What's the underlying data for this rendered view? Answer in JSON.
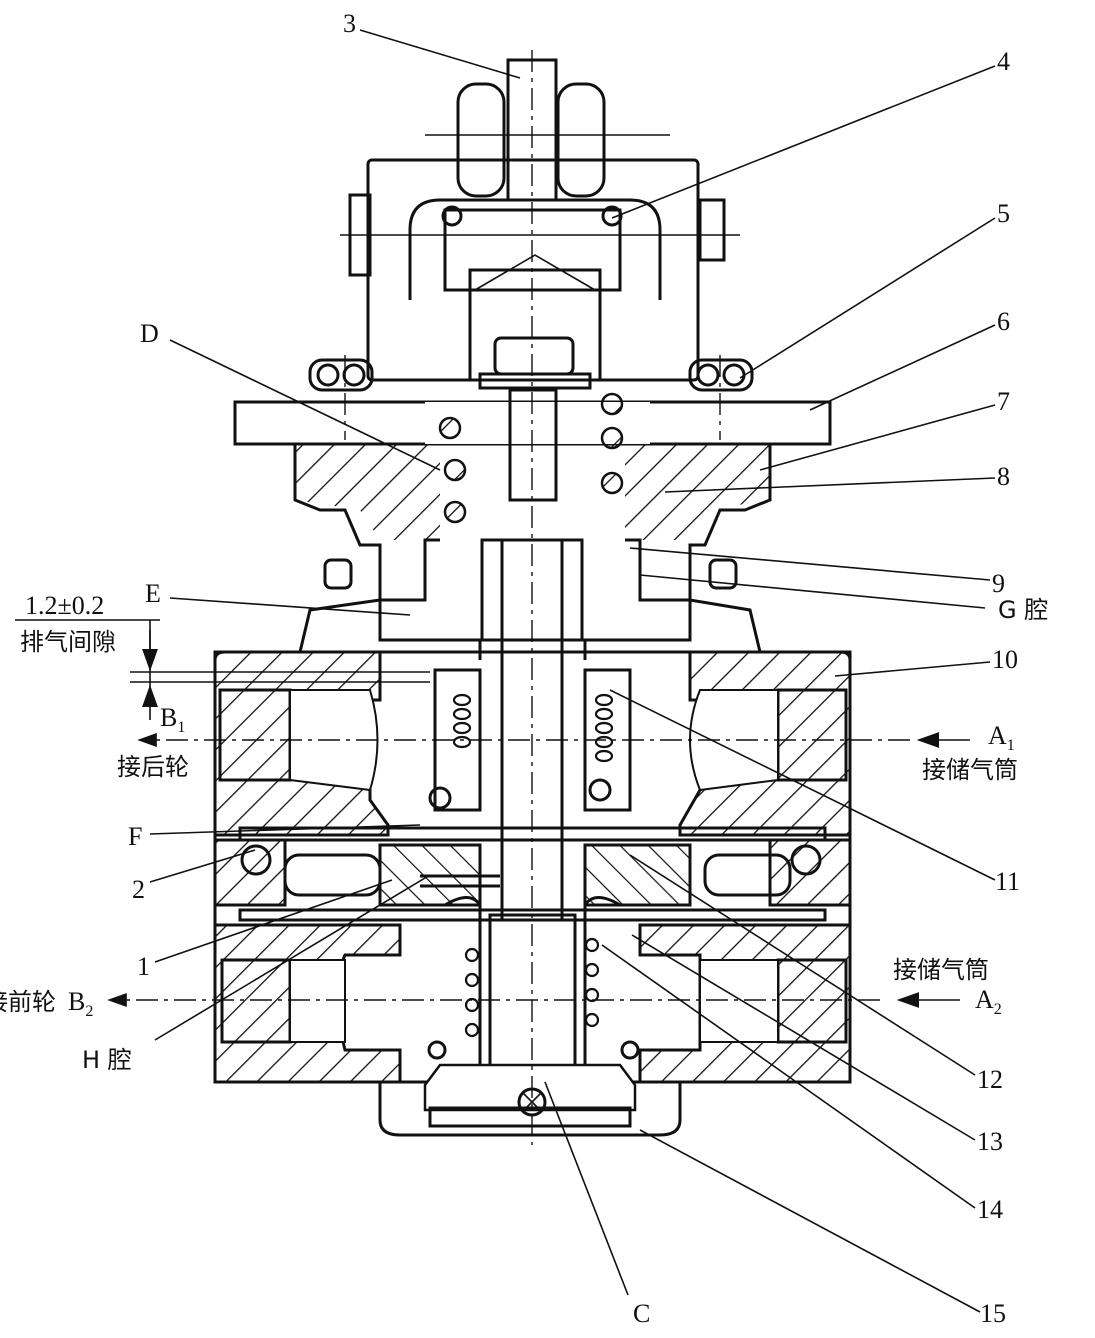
{
  "diagram": {
    "part_numbers": [
      "1",
      "2",
      "3",
      "4",
      "5",
      "6",
      "7",
      "8",
      "9",
      "10",
      "11",
      "12",
      "13",
      "14",
      "15"
    ],
    "letters": {
      "C": "C",
      "D": "D",
      "E": "E",
      "F": "F"
    },
    "chambers": {
      "G": "G 腔",
      "H": "H 腔"
    },
    "ports": {
      "A1": "A",
      "A1_sub": "1",
      "A2": "A",
      "A2_sub": "2",
      "B1": "B",
      "B1_sub": "1",
      "B2": "B",
      "B2_sub": "2"
    },
    "port_text": {
      "rear_wheel": "接后轮",
      "front_wheel": "接前轮",
      "reservoir_upper": "接储气筒",
      "reservoir_lower": "接储气筒"
    },
    "gap": {
      "dimension": "1.2±0.2",
      "label": "排气间隙"
    }
  }
}
